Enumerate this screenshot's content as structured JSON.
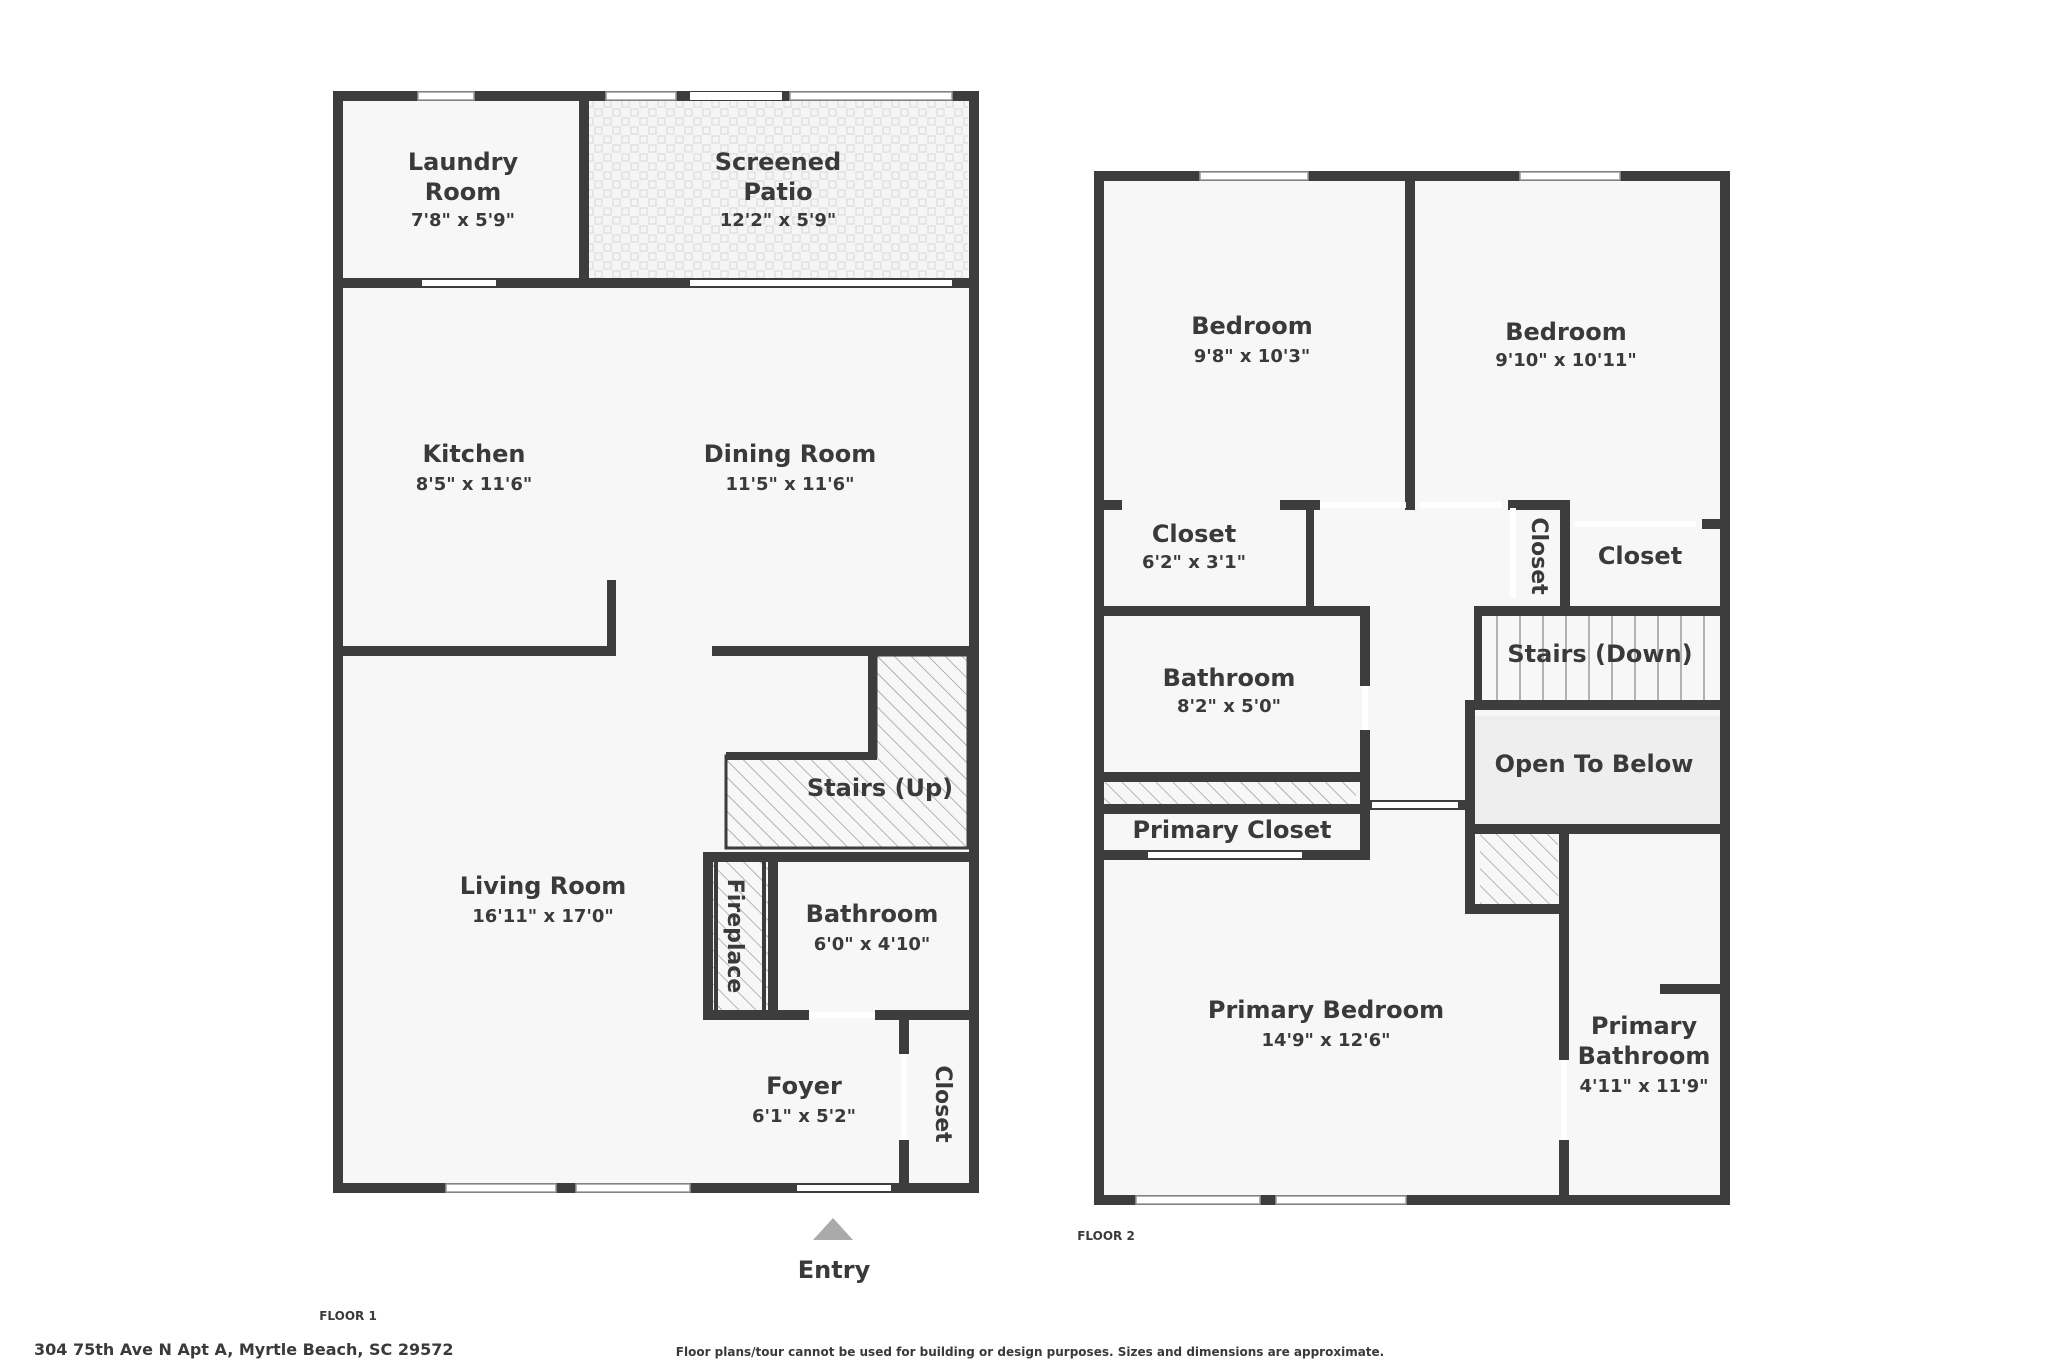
{
  "floor1": {
    "label": "FLOOR 1",
    "entry_label": "Entry",
    "rooms": {
      "laundry": {
        "name1": "Laundry",
        "name2": "Room",
        "dim": "7'8\" x 5'9\""
      },
      "patio": {
        "name1": "Screened",
        "name2": "Patio",
        "dim": "12'2\" x 5'9\""
      },
      "kitchen": {
        "name": "Kitchen",
        "dim": "8'5\" x 11'6\""
      },
      "dining": {
        "name": "Dining Room",
        "dim": "11'5\" x 11'6\""
      },
      "stairs_up": {
        "name": "Stairs (Up)"
      },
      "living": {
        "name": "Living Room",
        "dim": "16'11\" x 17'0\""
      },
      "fireplace": {
        "name": "Fireplace"
      },
      "bathroom": {
        "name": "Bathroom",
        "dim": "6'0\" x 4'10\""
      },
      "foyer": {
        "name": "Foyer",
        "dim": "6'1\" x 5'2\""
      },
      "closet": {
        "name": "Closet"
      }
    }
  },
  "floor2": {
    "label": "FLOOR 2",
    "rooms": {
      "bedroom_left": {
        "name": "Bedroom",
        "dim": "9'8\" x 10'3\""
      },
      "bedroom_right": {
        "name": "Bedroom",
        "dim": "9'10\" x 10'11\""
      },
      "closet_left": {
        "name": "Closet",
        "dim": "6'2\" x 3'1\""
      },
      "closet_vertical": {
        "name": "Closet"
      },
      "closet_right": {
        "name": "Closet"
      },
      "bathroom": {
        "name": "Bathroom",
        "dim": "8'2\" x 5'0\""
      },
      "stairs_down": {
        "name": "Stairs (Down)"
      },
      "open_below": {
        "name": "Open To Below"
      },
      "primary_closet": {
        "name": "Primary Closet"
      },
      "primary_bedroom": {
        "name": "Primary Bedroom",
        "dim": "14'9\" x 12'6\""
      },
      "primary_bathroom": {
        "name1": "Primary",
        "name2": "Bathroom",
        "dim": "4'11\" x 11'9\""
      }
    }
  },
  "footer": {
    "address": "304 75th Ave N Apt A, Myrtle Beach, SC 29572",
    "disclaimer": "Floor plans/tour cannot be used for building or design purposes. Sizes and dimensions are approximate."
  },
  "colors": {
    "wall": "#3d3d3d",
    "floor": "#f7f7f7",
    "open_below": "#eeeeee",
    "entry_marker": "#aaaaaa"
  }
}
